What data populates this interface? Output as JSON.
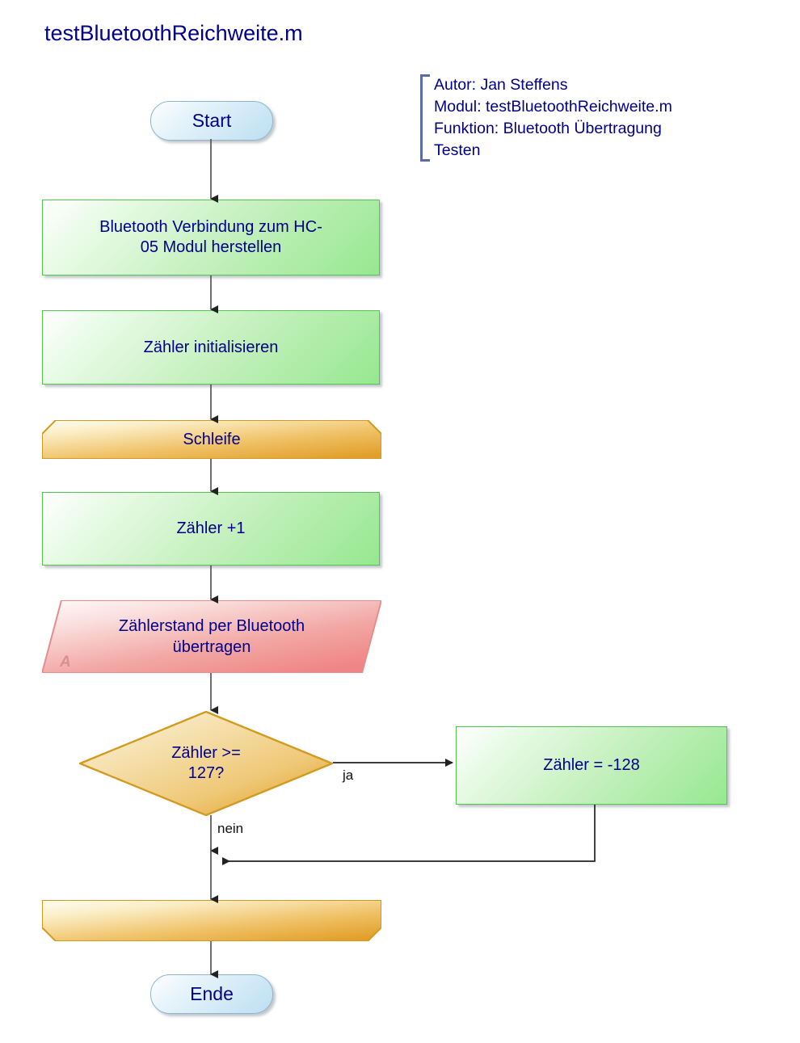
{
  "page": {
    "title": "testBluetoothReichweite.m",
    "background": "#ffffff"
  },
  "annotation": {
    "name": "header-annotation",
    "lines": [
      "Autor: Jan Steffens",
      "Modul: testBluetoothReichweite.m",
      "Funktion: Bluetooth Übertragung",
      "Testen"
    ]
  },
  "colors": {
    "text": "#00008B",
    "process_border": "#4ec94e",
    "process_fill_light": "#ffffff",
    "process_fill_dark": "#96e890",
    "loop_border": "#d29a1e",
    "loop_fill_light": "#fdf3d6",
    "loop_fill_dark": "#e8a838",
    "io_border": "#e88c8c",
    "io_fill_light": "#fdf0ef",
    "io_fill_dark": "#ef8585",
    "decision_border": "#d29a1e",
    "terminator_border": "#8fb4cc",
    "terminator_fill": "#bcdff2",
    "connector": "#444444",
    "edge_label": "#111111",
    "marker_a": "#d98f8f",
    "bracket": "#5b6aa8"
  },
  "nodes": {
    "start": {
      "label": "Start",
      "type": "terminator"
    },
    "connect": {
      "label": "Bluetooth Verbindung zum HC-\n05 Modul herstellen",
      "type": "process"
    },
    "init": {
      "label": "Zähler initialisieren",
      "type": "process"
    },
    "loop_start": {
      "label": "Schleife",
      "type": "loop-start"
    },
    "increment": {
      "label": "Zähler +1",
      "type": "process"
    },
    "transmit": {
      "label": "Zählerstand per Bluetooth\nübertragen",
      "type": "input-output",
      "marker": "A"
    },
    "decision": {
      "label": "Zähler >=\n127?",
      "type": "decision"
    },
    "reset": {
      "label": "Zähler = -128",
      "type": "process"
    },
    "loop_end": {
      "label": "",
      "type": "loop-end"
    },
    "end": {
      "label": "Ende",
      "type": "terminator"
    }
  },
  "edges": {
    "yes_label": "ja",
    "no_label": "nein"
  },
  "chart_data": {
    "type": "flowchart",
    "title": "testBluetoothReichweite.m",
    "nodes": [
      {
        "id": "start",
        "shape": "terminator",
        "text": "Start"
      },
      {
        "id": "connect",
        "shape": "process",
        "text": "Bluetooth Verbindung zum HC-05 Modul herstellen"
      },
      {
        "id": "init",
        "shape": "process",
        "text": "Zähler initialisieren"
      },
      {
        "id": "loop_start",
        "shape": "loop-start",
        "text": "Schleife"
      },
      {
        "id": "increment",
        "shape": "process",
        "text": "Zähler +1"
      },
      {
        "id": "transmit",
        "shape": "input-output",
        "text": "Zählerstand per Bluetooth übertragen",
        "marker": "A"
      },
      {
        "id": "decision",
        "shape": "decision",
        "text": "Zähler >= 127?"
      },
      {
        "id": "reset",
        "shape": "process",
        "text": "Zähler = -128"
      },
      {
        "id": "loop_end",
        "shape": "loop-end",
        "text": ""
      },
      {
        "id": "end",
        "shape": "terminator",
        "text": "Ende"
      }
    ],
    "links": [
      {
        "from": "start",
        "to": "connect",
        "label": ""
      },
      {
        "from": "connect",
        "to": "init",
        "label": ""
      },
      {
        "from": "init",
        "to": "loop_start",
        "label": ""
      },
      {
        "from": "loop_start",
        "to": "increment",
        "label": ""
      },
      {
        "from": "increment",
        "to": "transmit",
        "label": ""
      },
      {
        "from": "transmit",
        "to": "decision",
        "label": ""
      },
      {
        "from": "decision",
        "to": "reset",
        "label": "ja"
      },
      {
        "from": "decision",
        "to": "loop_end",
        "label": "nein"
      },
      {
        "from": "reset",
        "to": "loop_end",
        "label": ""
      },
      {
        "from": "loop_end",
        "to": "end",
        "label": ""
      }
    ]
  }
}
